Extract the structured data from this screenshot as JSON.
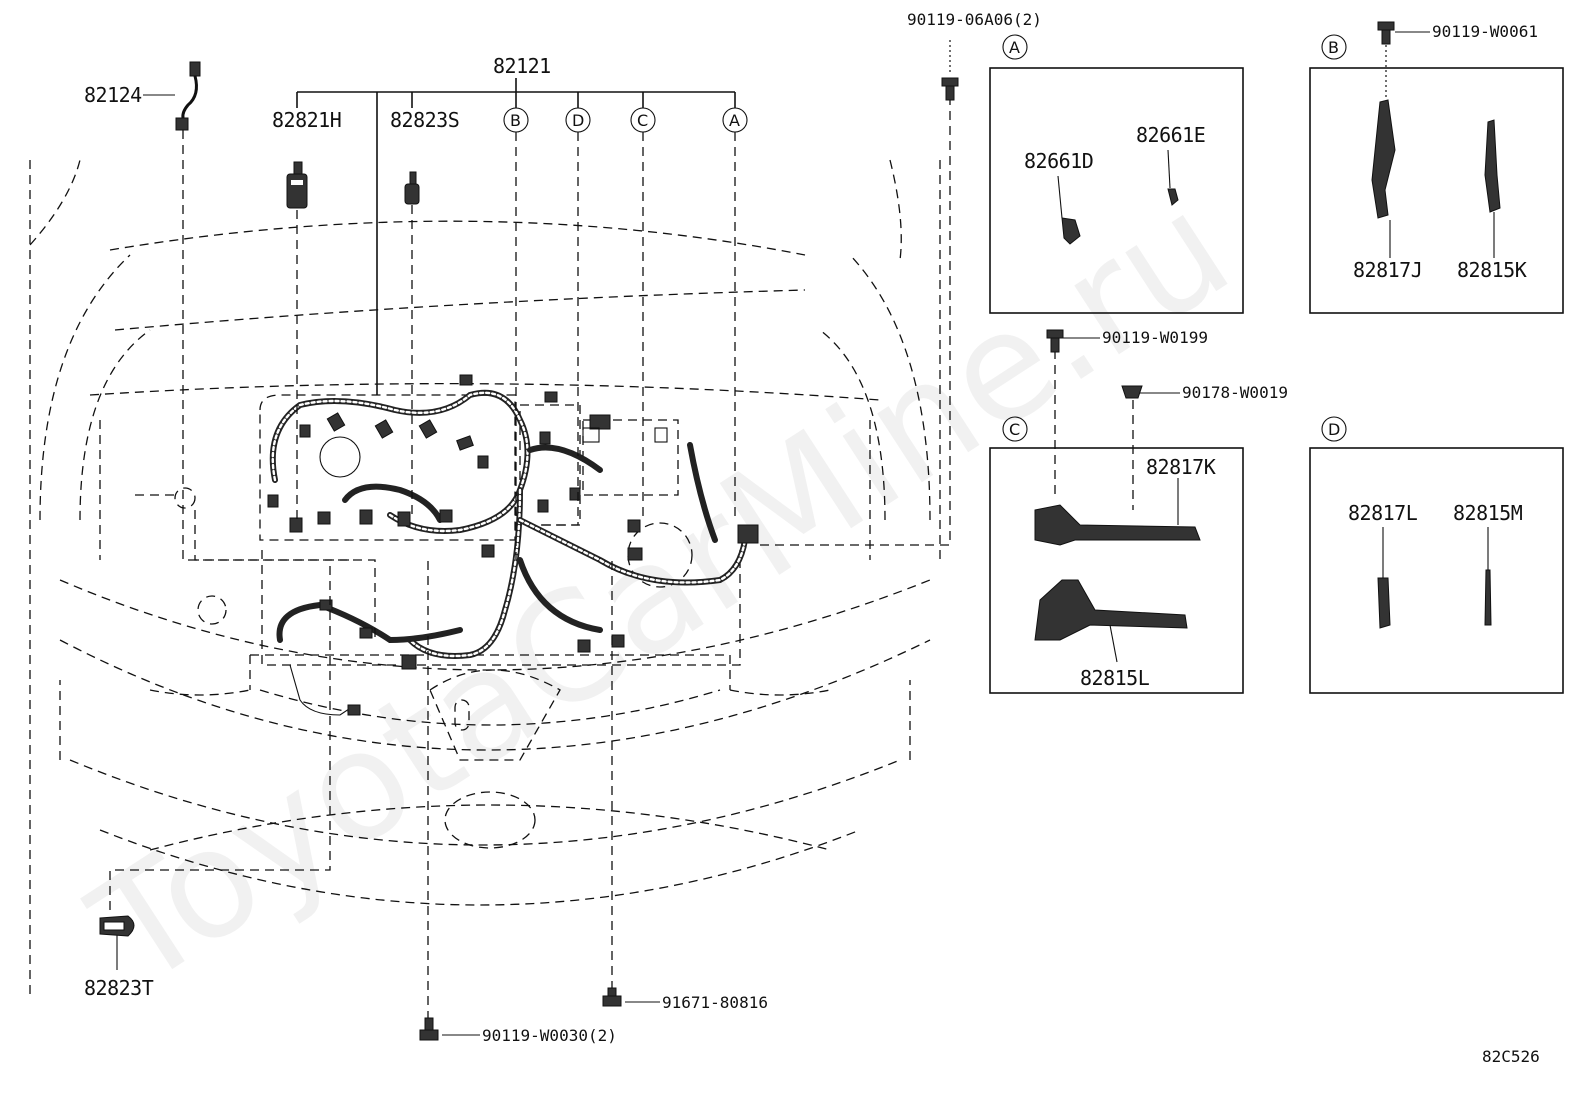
{
  "diagram_code": "82C526",
  "watermark": "ToyotaCarMine.ru",
  "main_harness": {
    "part": "82121",
    "callouts": [
      "B",
      "D",
      "C",
      "A"
    ]
  },
  "engine_parts": {
    "p82124": "82124",
    "p82821H": "82821H",
    "p82823S": "82823S",
    "p82823T": "82823T"
  },
  "fasteners": {
    "bolt_06A06": "90119-06A06(2)",
    "bolt_W0061": "90119-W0061",
    "bolt_W0199": "90119-W0199",
    "clip_W0019": "90178-W0019",
    "bolt_80816": "91671-80816",
    "bolt_W0030": "90119-W0030(2)"
  },
  "detail_boxes": {
    "A": {
      "letter": "A",
      "parts": [
        "82661D",
        "82661E"
      ]
    },
    "B": {
      "letter": "B",
      "parts": [
        "82817J",
        "82815K"
      ]
    },
    "C": {
      "letter": "C",
      "parts": [
        "82817K",
        "82815L"
      ]
    },
    "D": {
      "letter": "D",
      "parts": [
        "82817L",
        "82815M"
      ]
    }
  }
}
